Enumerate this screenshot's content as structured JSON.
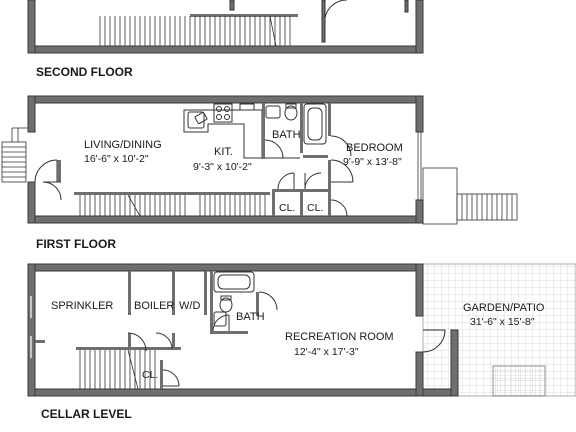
{
  "floors": {
    "second": {
      "label": "SECOND FLOOR"
    },
    "first": {
      "label": "FIRST FLOOR",
      "rooms": {
        "living": {
          "name": "LIVING/DINING",
          "dims": "16'-6\" x 10'-2\""
        },
        "kitchen": {
          "name": "KIT.",
          "dims": "9'-3\" x 10'-2\""
        },
        "bath": {
          "name": "BATH"
        },
        "bedroom": {
          "name": "BEDROOM",
          "dims": "9'-9\" x 13'-8\""
        },
        "closet1": {
          "name": "CL."
        },
        "closet2": {
          "name": "CL."
        }
      }
    },
    "cellar": {
      "label": "CELLAR LEVEL",
      "rooms": {
        "sprinkler": {
          "name": "SPRINKLER"
        },
        "boiler": {
          "name": "BOILER"
        },
        "wd": {
          "name": "W/D"
        },
        "bath": {
          "name": "BATH"
        },
        "recreation": {
          "name": "RECREATION ROOM",
          "dims": "12'-4\" x 17'-3\""
        },
        "closet": {
          "name": "CL."
        },
        "garden": {
          "name": "GARDEN/PATIO",
          "dims": "31'-6\" x 15'-8\""
        }
      }
    }
  },
  "colors": {
    "wall": "#6f6f6f",
    "wall_edge": "#3a3a3a",
    "line": "#333333",
    "paving": "#d9d9d9"
  }
}
